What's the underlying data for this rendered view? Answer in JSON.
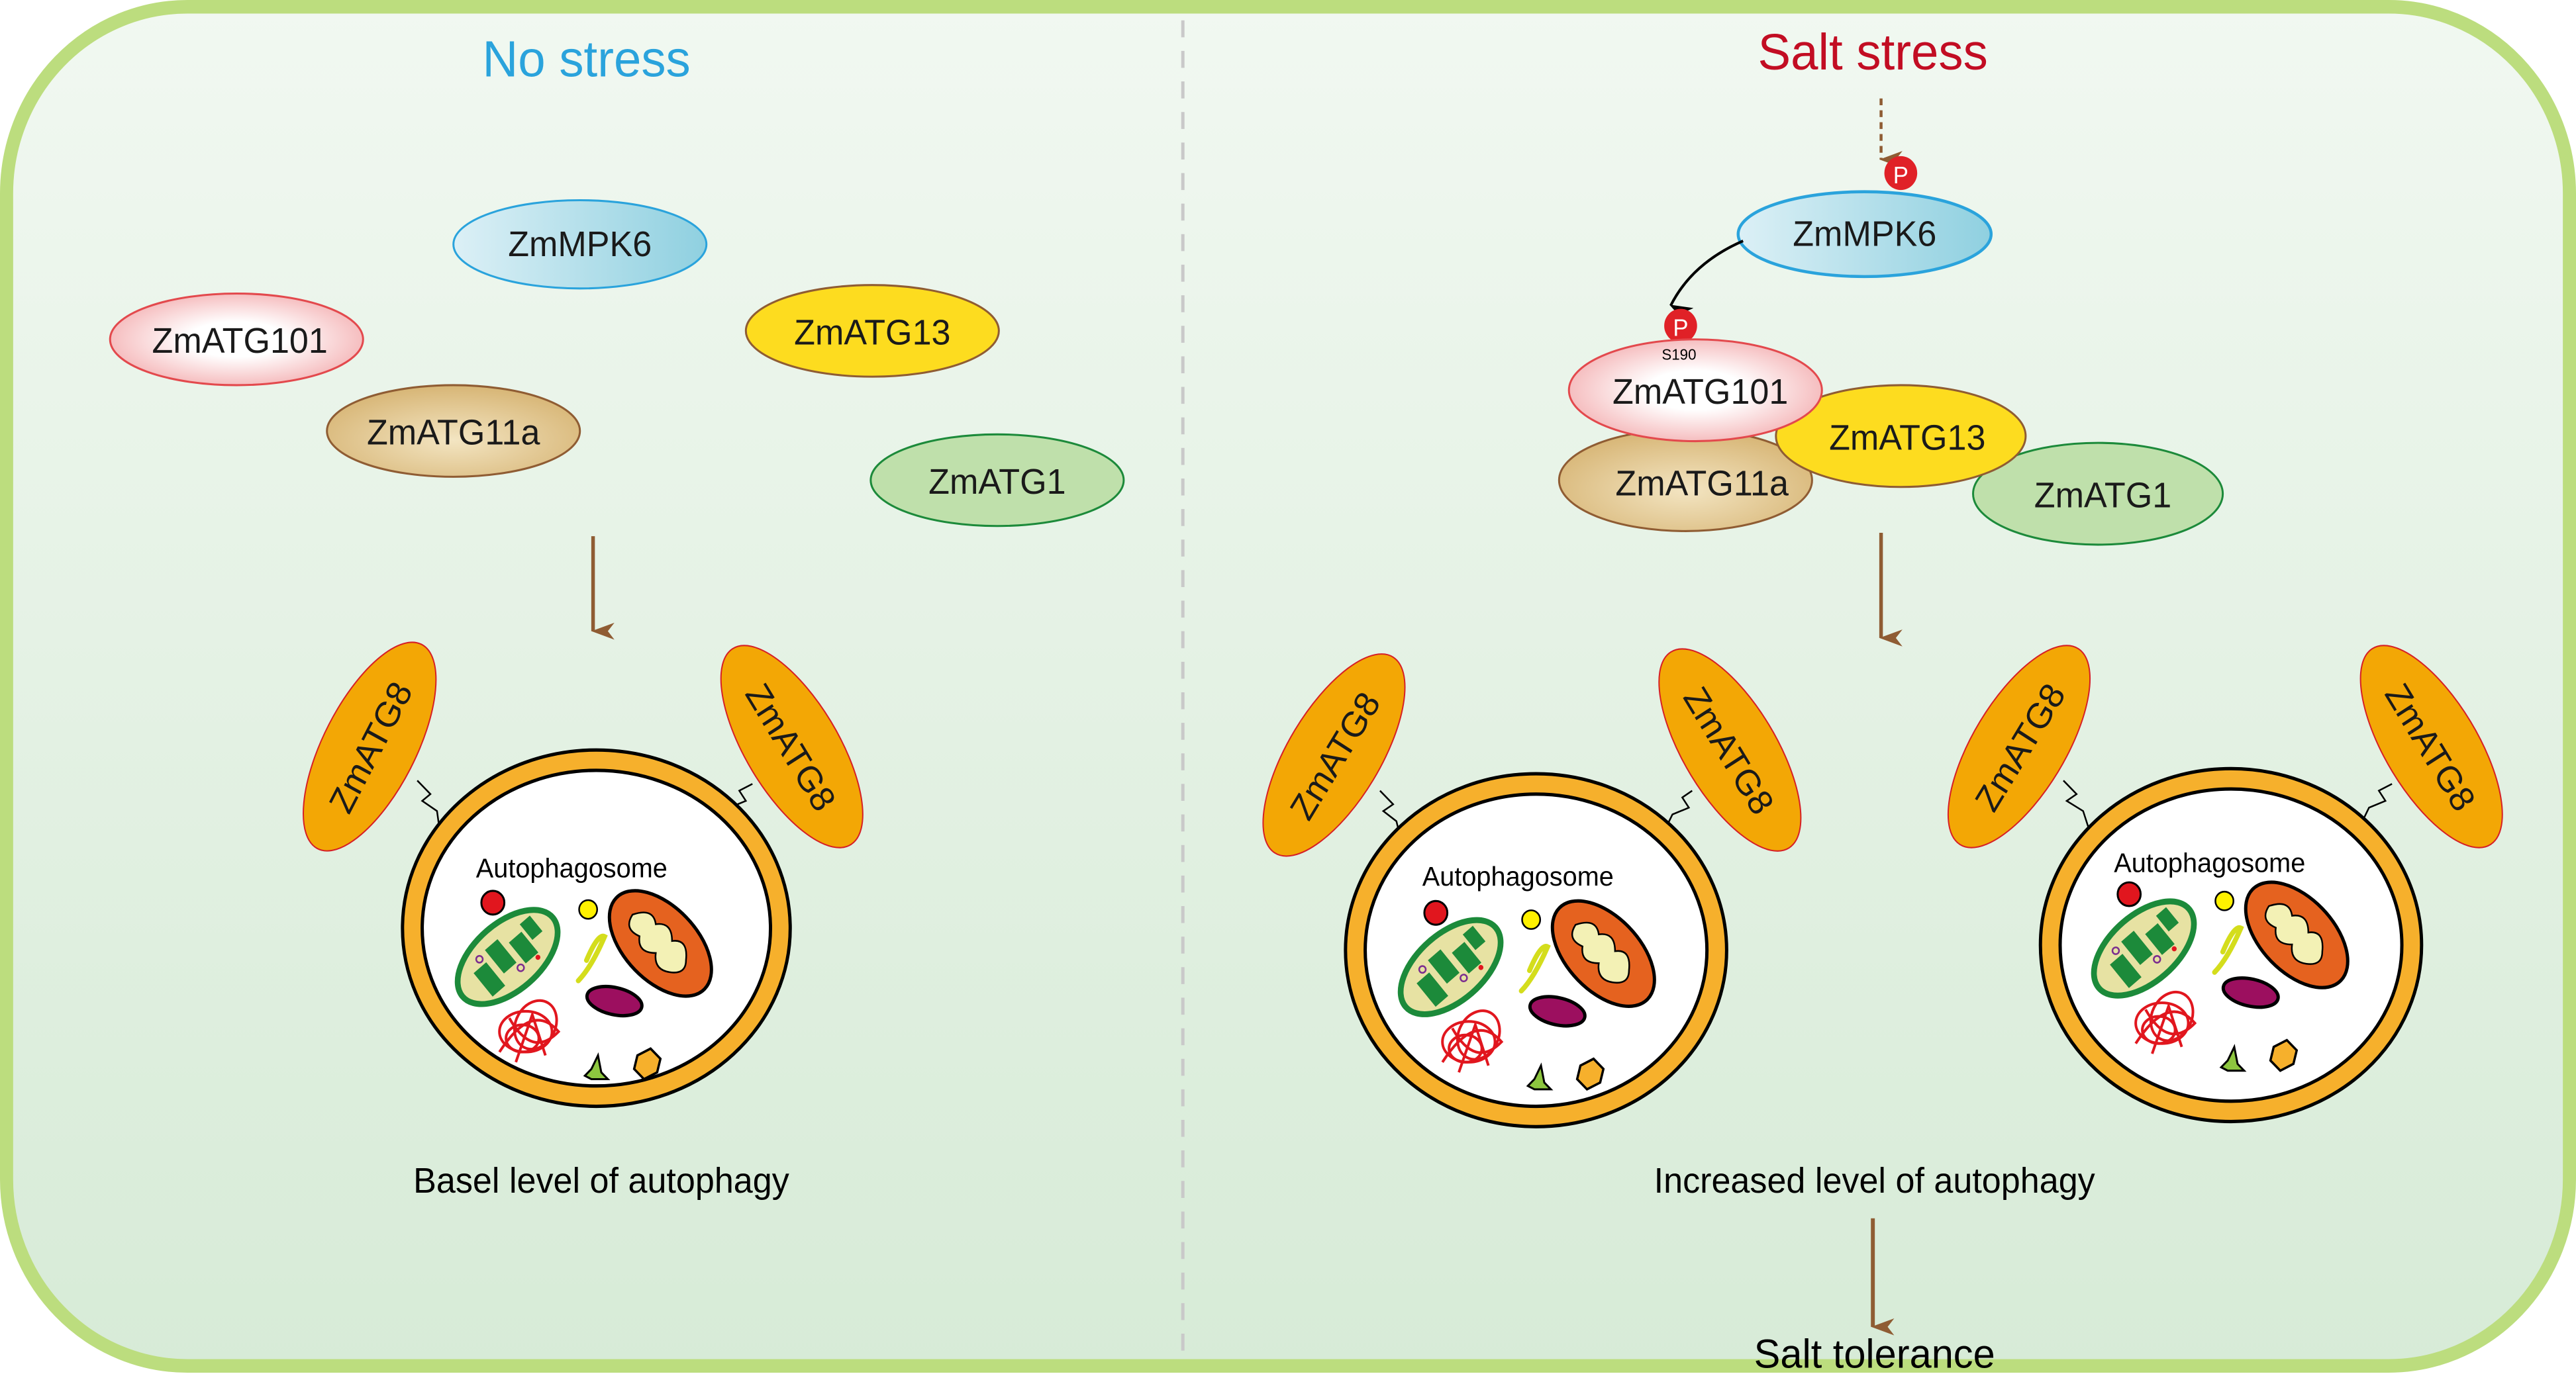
{
  "colors": {
    "frame_border": "#bcdd7e",
    "panel_bg_top": "#f1f8f1",
    "panel_bg_bottom": "#d9ecd9",
    "divider": "#c7c7c7",
    "no_stress_title": "#2aa3dc",
    "salt_stress_title": "#c20d23",
    "arrow_brown": "#8f5c33",
    "phospho_red": "#e02127",
    "atg8_fill": "#f3a705",
    "atg8_stroke": "#d61f26",
    "membrane_orange": "#f6b02c"
  },
  "panels": {
    "left": {
      "title": "No stress",
      "proteins": {
        "mpk6": "ZmMPK6",
        "atg101": "ZmATG101",
        "atg13": "ZmATG13",
        "atg11a": "ZmATG11a",
        "atg1": "ZmATG1"
      },
      "atg8_labels": [
        "ZmATG8",
        "ZmATG8"
      ],
      "autophagosome_label": "Autophagosome",
      "caption": "Basel level of autophagy"
    },
    "right": {
      "title": "Salt stress",
      "phospho_label": "P",
      "phospho_site": "S190",
      "proteins": {
        "mpk6": "ZmMPK6",
        "atg101": "ZmATG101",
        "atg13": "ZmATG13",
        "atg11a": "ZmATG11a",
        "atg1": "ZmATG1"
      },
      "atg8_labels": [
        "ZmATG8",
        "ZmATG8",
        "ZmATG8",
        "ZmATG8"
      ],
      "autophagosome_labels": [
        "Autophagosome",
        "Autophagosome"
      ],
      "caption": "Increased level of autophagy",
      "outcome": "Salt tolerance"
    }
  }
}
